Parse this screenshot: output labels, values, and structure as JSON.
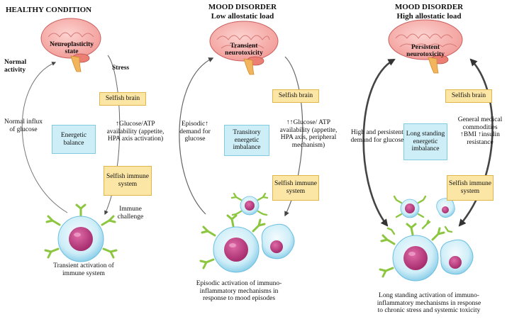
{
  "colors": {
    "brain": "#f6a7a4",
    "brain_outline": "#c95f5f",
    "brainstem": "#f2b45c",
    "cerebellum": "#ec7f73",
    "orange_box": "#fbe6a6",
    "blue_box": "#cdeef6",
    "cell_outer": "#bfe6f4",
    "cell_nucleus": "#c23f86",
    "receptor": "#8cc63f",
    "arrow": "#444444"
  },
  "panels": [
    {
      "title": "HEALTHY CONDITION",
      "subtitle": "",
      "brain_label": "Neuroplasticity state",
      "side_labels": {
        "normal_activity": "Normal activity",
        "stress": "Stress"
      },
      "selfish_brain": "Selfish brain",
      "left_arrow_text": "Normal influx of glucose",
      "center_box": "Energetic balance",
      "right_arrow_text": "↑Glucose/ATP availability (appetite, HPA axis activation)",
      "selfish_immune": "Selfish immune system",
      "extra_label": "Immune challenge",
      "caption": "Transient activation of immune system"
    },
    {
      "title": "MOOD DISORDER",
      "subtitle": "Low allostatic load",
      "brain_label": "Transient neurotoxicity",
      "selfish_brain": "Selfish brain",
      "left_arrow_text": "Episodic↑ demand for glucose",
      "center_box": "Transitory energetic imbalance",
      "right_arrow_text": "↑↑Glucose/ ATP availability (appetite, HPA axis, peripheral mechanism)",
      "selfish_immune": "Selfish immune system",
      "caption": "Episodic activation of immuno-inflammatory mechanisms in response to mood episodes"
    },
    {
      "title": "MOOD DISORDER",
      "subtitle": "High allostatic load",
      "brain_label": "Persistent neurotoxicity",
      "selfish_brain": "Selfish brain",
      "left_arrow_text": "High and persistent demand for glucose",
      "center_box": "Long standing energetic imbalance",
      "right_arrow_text": "General medical commodities ↑BMI ↑insulin resistance",
      "selfish_immune": "Selfish immune system",
      "caption": "Long standing activation of immuno-inflammatory mechanisms in response to chronic stress and systemic toxicity"
    }
  ]
}
